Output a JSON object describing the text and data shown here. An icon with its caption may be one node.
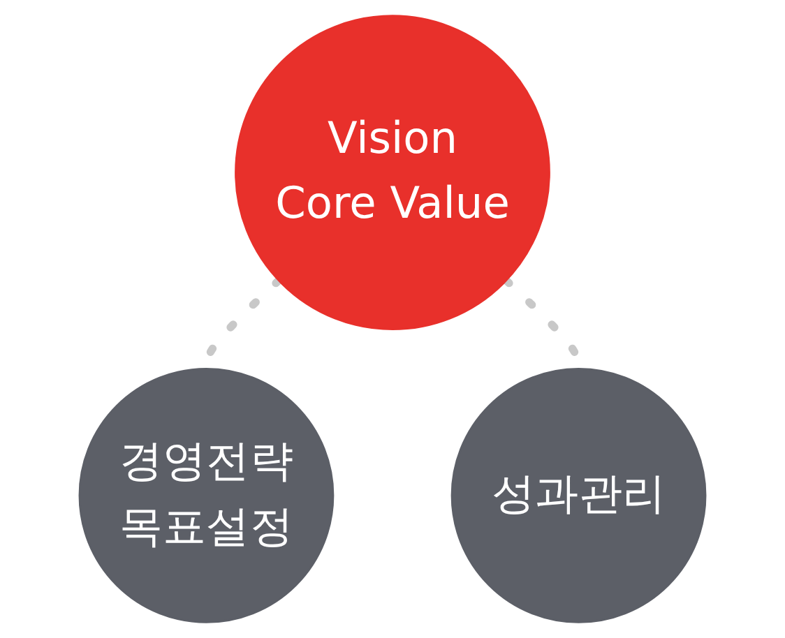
{
  "diagram": {
    "nodes": [
      {
        "text": [
          "Vision",
          "Core Value"
        ]
      },
      {
        "text": [
          "경영전략",
          "목표설정"
        ]
      },
      {
        "text": [
          "성과관리"
        ]
      }
    ],
    "edges": [
      {
        "from": 0,
        "to": 1,
        "arrow": "none",
        "style": "dashed"
      },
      {
        "from": 0,
        "to": 2,
        "arrow": "none",
        "style": "dashed"
      }
    ]
  }
}
